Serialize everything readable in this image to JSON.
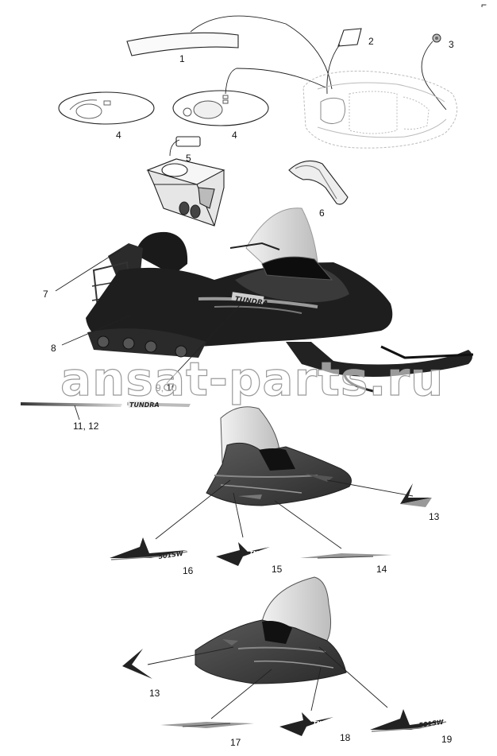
{
  "corner_mark": "⌐",
  "watermark": "ansat-parts.ru",
  "callouts": {
    "c1": "1",
    "c2": "2",
    "c3": "3",
    "c4a": "4",
    "c4b": "4",
    "c5": "5",
    "c6": "6",
    "c7": "7",
    "c8": "8",
    "c9": "9, 10",
    "c11": "11, 12",
    "c13a": "13",
    "c13b": "13",
    "c14": "14",
    "c15": "15",
    "c16": "16",
    "c17": "17",
    "c18": "18",
    "c19": "19"
  },
  "decals": {
    "model_badge": "501SW",
    "model_badge_b": "501SW",
    "tundra_small": "TUNDRA",
    "tundra_side": "TUNDRA",
    "logo_15": "TNA",
    "logo_18": "TNA"
  }
}
